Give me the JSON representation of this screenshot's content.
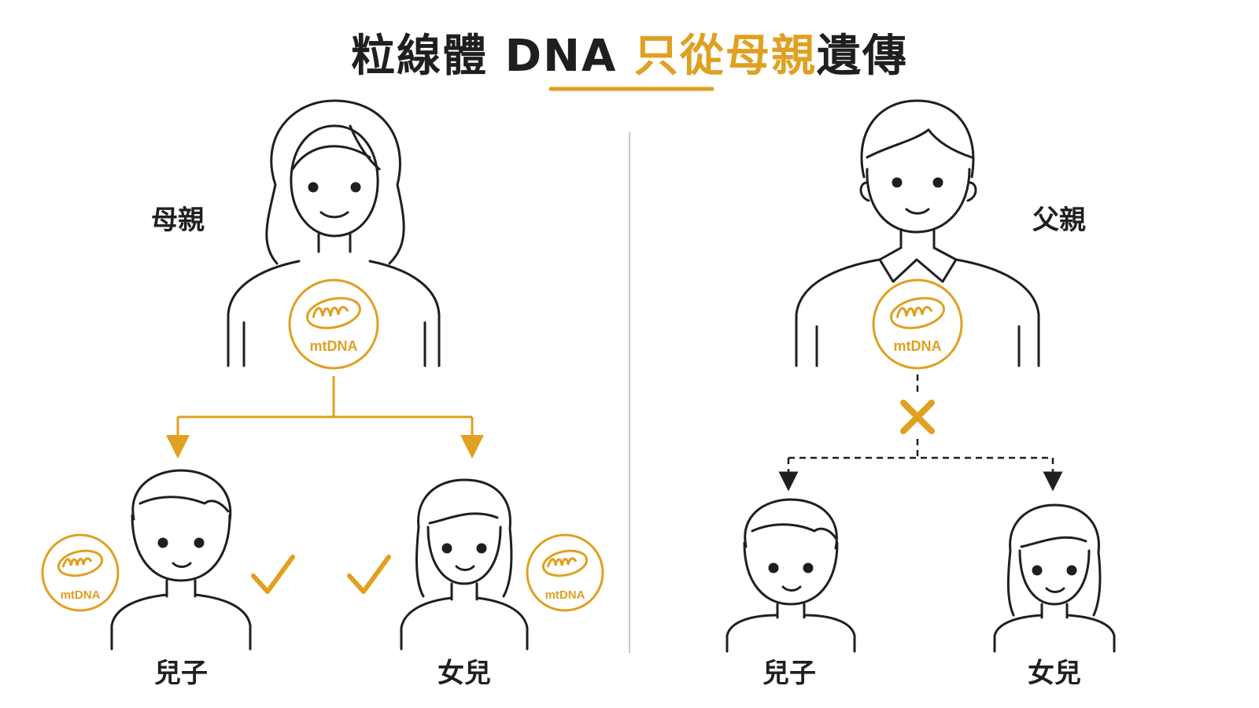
{
  "title": {
    "prefix": "粒線體 DNA ",
    "highlight": "只從母親",
    "suffix": "遺傳"
  },
  "colors": {
    "accent": "#e0a020",
    "ink": "#1f1f1f",
    "divider": "#c8c8c8"
  },
  "mother_side": {
    "parent_label": "母親",
    "badge_text": "mtDNA",
    "children": [
      {
        "label": "兒子",
        "badge_text": "mtDNA",
        "inherits": true
      },
      {
        "label": "女兒",
        "badge_text": "mtDNA",
        "inherits": true
      }
    ]
  },
  "father_side": {
    "parent_label": "父親",
    "badge_text": "mtDNA",
    "children": [
      {
        "label": "兒子",
        "inherits": false
      },
      {
        "label": "女兒",
        "inherits": false
      }
    ]
  },
  "icons": [
    "mitochondrion-icon",
    "check-icon",
    "cross-icon",
    "arrow-down-icon"
  ]
}
